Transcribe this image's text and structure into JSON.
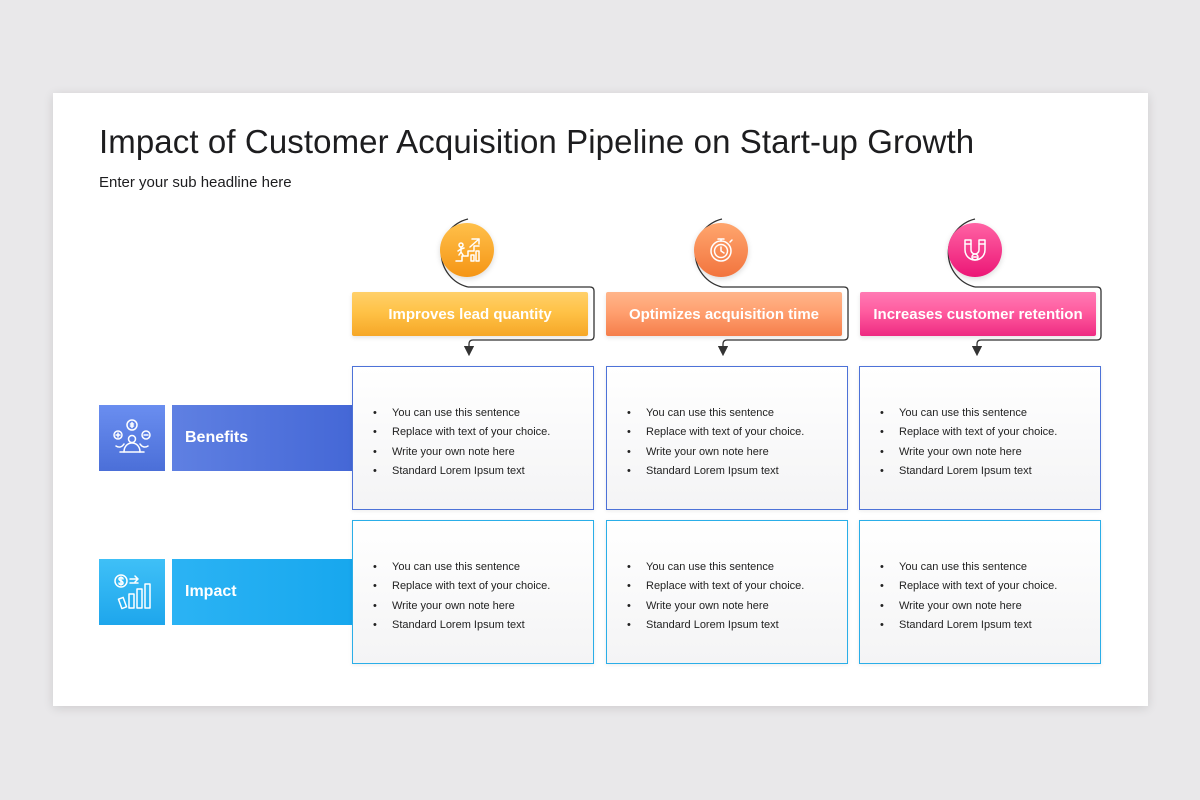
{
  "slide": {
    "title": "Impact of Customer Acquisition Pipeline on Start-up Growth",
    "subtitle": "Enter your sub headline here"
  },
  "columns": [
    {
      "label": "Improves lead quantity",
      "icon": "growth-stairs-icon",
      "color_top": "#ffb838",
      "color_bottom": "#f08a1c"
    },
    {
      "label": "Optimizes acquisition time",
      "icon": "stopwatch-icon",
      "color_top": "#ffa36b",
      "color_bottom": "#f26b3a"
    },
    {
      "label": "Increases customer retention",
      "icon": "magnet-retention-icon",
      "color_top": "#ff5c9f",
      "color_bottom": "#ee1677"
    }
  ],
  "rows": [
    {
      "label": "Benefits",
      "icon": "benefits-person-coins-icon",
      "color": "#4d72d8"
    },
    {
      "label": "Impact",
      "icon": "dollar-growth-chart-icon",
      "color": "#25aef0"
    }
  ],
  "cells": [
    [
      [
        "You can use this sentence",
        "Replace with text of your choice.",
        "Write your own note here",
        "Standard Lorem Ipsum text"
      ],
      [
        "You can use this sentence",
        "Replace with text of your choice.",
        "Write your own note here",
        "Standard Lorem Ipsum text"
      ],
      [
        "You can use this sentence",
        "Replace with text of your choice.",
        "Write your own note here",
        "Standard Lorem Ipsum text"
      ]
    ],
    [
      [
        "You can use this sentence",
        "Replace with text of your choice.",
        "Write your own note here",
        "Standard Lorem Ipsum text"
      ],
      [
        "You can use this sentence",
        "Replace with text of your choice.",
        "Write your own note here",
        "Standard Lorem Ipsum text"
      ],
      [
        "You can use this sentence",
        "Replace with text of your choice.",
        "Write your own note here",
        "Standard Lorem Ipsum text"
      ]
    ]
  ]
}
